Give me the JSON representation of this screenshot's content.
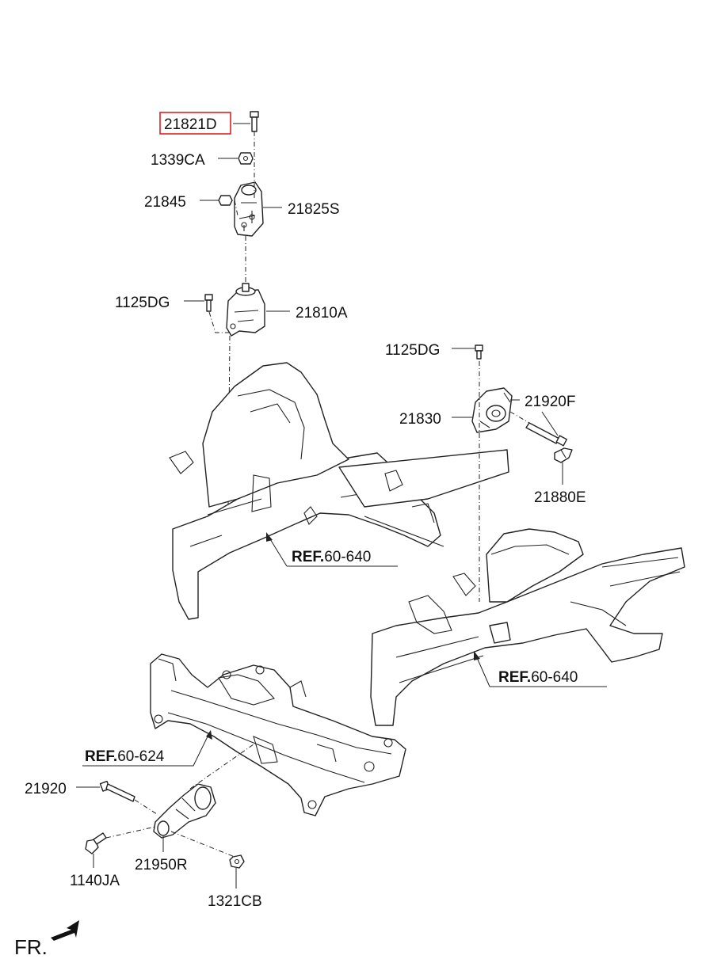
{
  "labels": {
    "p21821D": "21821D",
    "p1339CA": "1339CA",
    "p21845": "21845",
    "p21825S": "21825S",
    "p1125DG_a": "1125DG",
    "p21810A": "21810A",
    "p1125DG_b": "1125DG",
    "p21830": "21830",
    "p21920F": "21920F",
    "p21880E": "21880E",
    "p21920": "21920",
    "p1140JA": "1140JA",
    "p21950R": "21950R",
    "p1321CB": "1321CB"
  },
  "refs": [
    {
      "bold": "REF.",
      "num": "60-640"
    },
    {
      "bold": "REF.",
      "num": "60-640"
    },
    {
      "bold": "REF.",
      "num": "60-624"
    }
  ],
  "direction": "FR.",
  "colors": {
    "highlight": "#e02020",
    "line": "#222222"
  }
}
